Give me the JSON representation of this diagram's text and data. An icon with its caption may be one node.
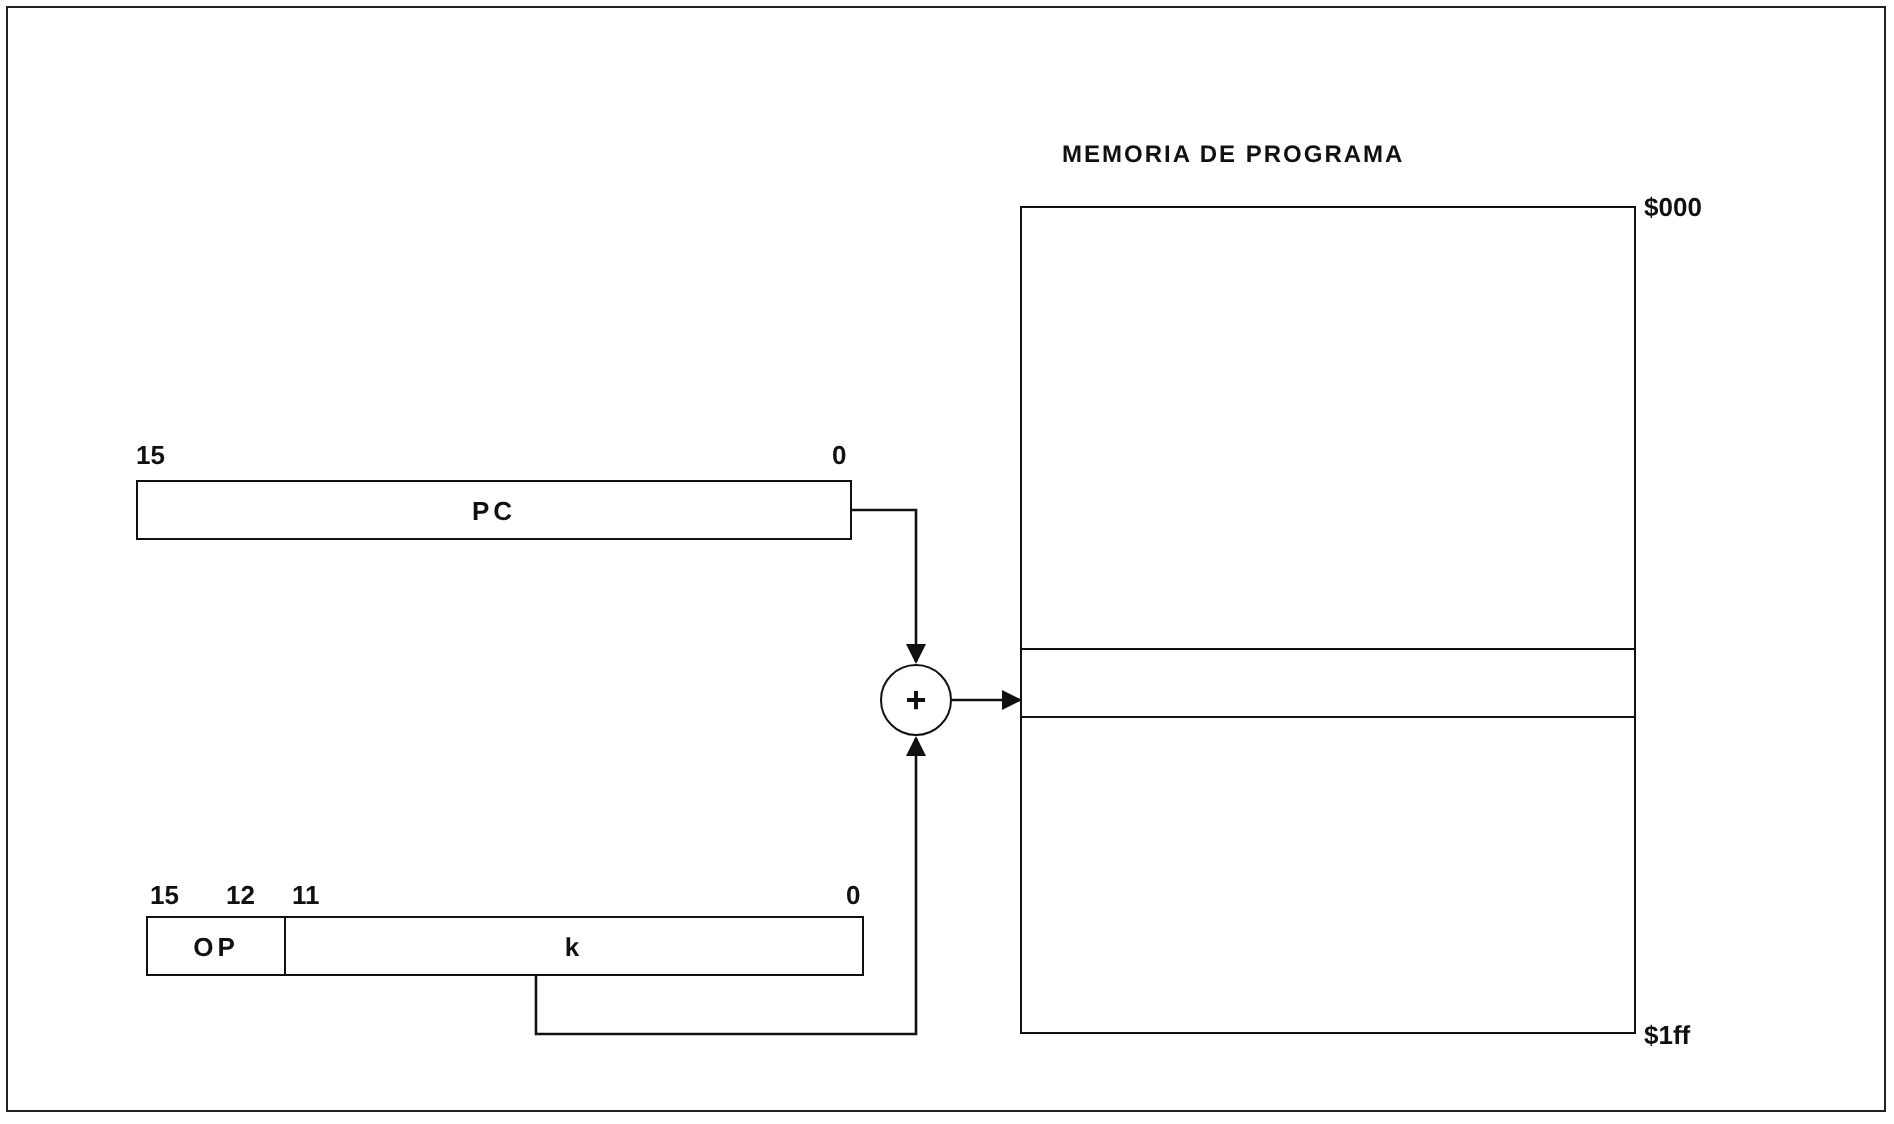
{
  "diagram": {
    "nodes": [
      {
        "text": [
          "PC"
        ],
        "beside": [
          "15",
          "0"
        ]
      },
      {
        "text": [
          "OP"
        ],
        "beside": [
          "15",
          "12"
        ]
      },
      {
        "text": [
          "k"
        ],
        "beside": [
          "11",
          "0"
        ]
      },
      {
        "text": [
          "+"
        ]
      },
      {
        "text": [
          "MEMORIA DE PROGRAMA"
        ],
        "beside": [
          "$000",
          "$1ff"
        ]
      },
      {
        "text": [],
        "shape": "box",
        "in": 4
      }
    ],
    "edges": [
      {
        "from": 0,
        "to": 3,
        "arrow": "to"
      },
      {
        "from": 2,
        "to": 3,
        "arrow": "to"
      },
      {
        "from": 3,
        "to": 5,
        "arrow": "to"
      }
    ]
  }
}
